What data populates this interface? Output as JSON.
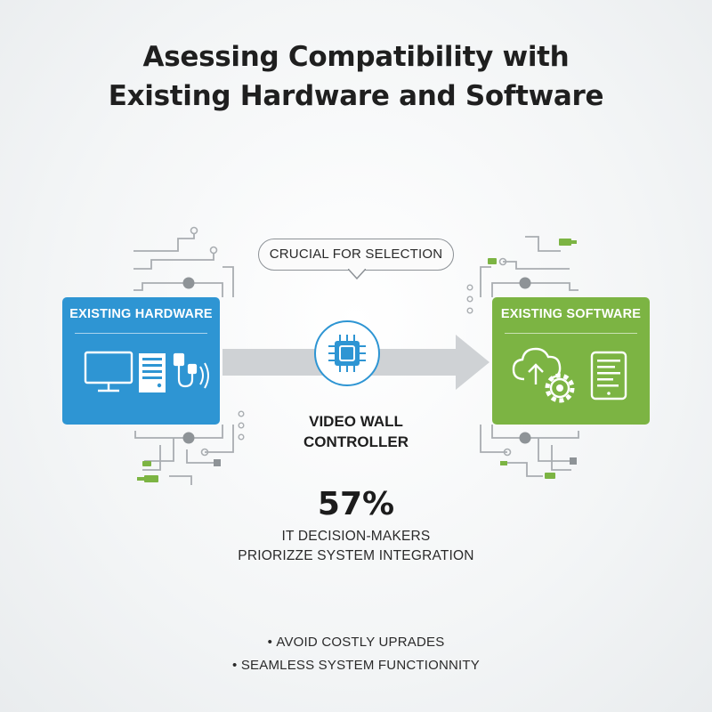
{
  "title": {
    "line1": "Asessing Compatibility with",
    "line2": "Existing Hardware and Software"
  },
  "callout": {
    "label": "CRUCIAL FOR SELECTION"
  },
  "hardware_box": {
    "label": "EXISTING HARDWARE",
    "color": "#2e95d3",
    "icons": [
      "monitor-icon",
      "server-tower-icon",
      "usb-cable-icon"
    ]
  },
  "software_box": {
    "label": "EXISTING SOFTWARE",
    "color": "#7cb443",
    "icons": [
      "cloud-upload-icon",
      "gear-icon",
      "tablet-document-icon"
    ]
  },
  "controller": {
    "line1": "VIDEO WALL",
    "line2": "CONTROLLER",
    "icon": "processor-chip-icon"
  },
  "stat": {
    "value": "57%",
    "line1": "IT DECISION-MAKERS",
    "line2": "PRIORIZZE SYSTEM INTEGRATION"
  },
  "bullets": [
    "AVOID COSTLY UPRADES",
    "SEAMLESS SYSTEM FUNCTIONNITY"
  ]
}
